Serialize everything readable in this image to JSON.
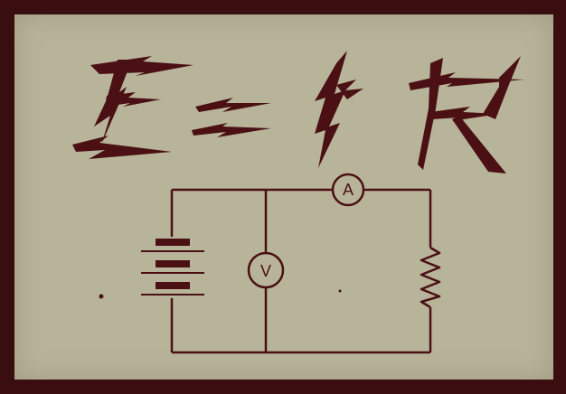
{
  "diagram": {
    "equation_glyphs": [
      "E",
      "=",
      "I",
      "R"
    ],
    "ammeter_label": "A",
    "voltmeter_label": "V",
    "colors": {
      "background": "#3a0d10",
      "panel": "#b8b49a",
      "ink": "#4a1014"
    },
    "components": [
      "battery",
      "voltmeter",
      "ammeter",
      "resistor"
    ]
  }
}
